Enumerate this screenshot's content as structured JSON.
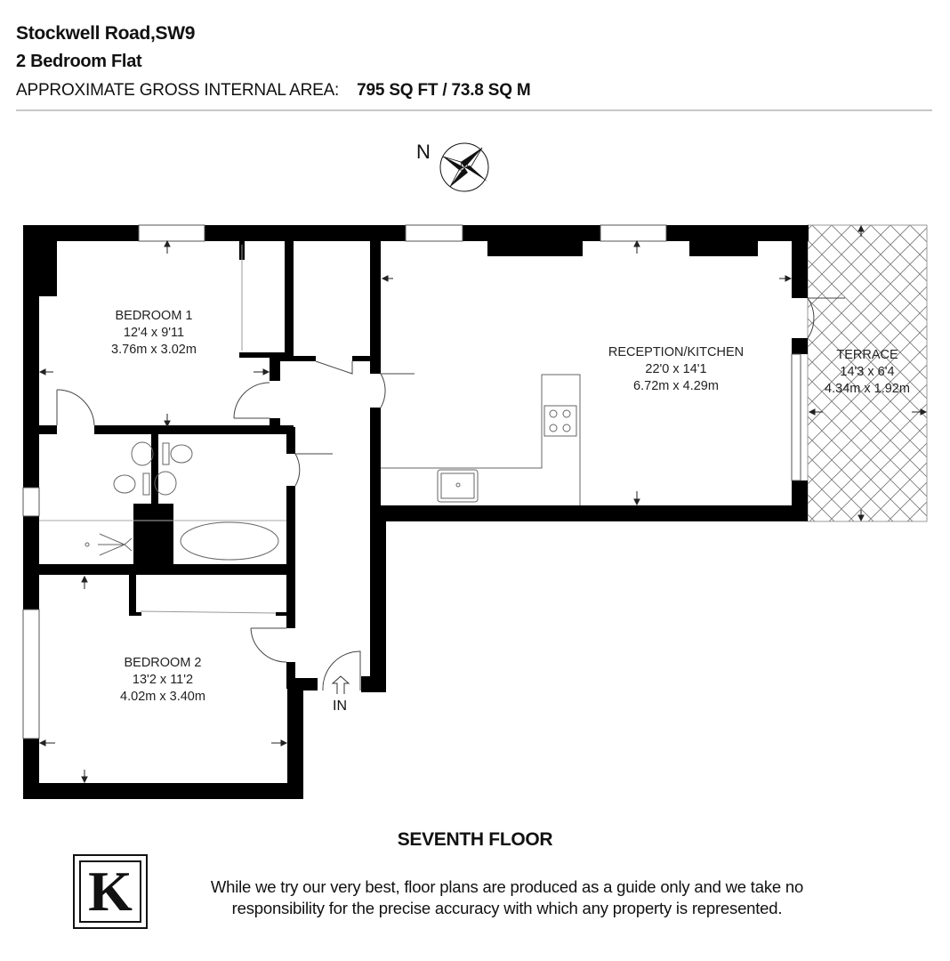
{
  "header": {
    "title": "Stockwell Road,SW9",
    "subtitle": "2 Bedroom Flat",
    "area_label": "APPROXIMATE GROSS INTERNAL AREA:",
    "area_value": "795 SQ FT / 73.8 SQ M"
  },
  "compass": {
    "label": "N",
    "icon": "compass-rose-icon"
  },
  "rooms": {
    "bedroom1": {
      "name": "BEDROOM 1",
      "imperial": "12'4 x 9'11",
      "metric": "3.76m x 3.02m"
    },
    "reception": {
      "name": "RECEPTION/KITCHEN",
      "imperial": "22'0 x 14'1",
      "metric": "6.72m x 4.29m"
    },
    "terrace": {
      "name": "TERRACE",
      "imperial": "14'3 x 6'4",
      "metric": "4.34m x 1.92m"
    },
    "bedroom2": {
      "name": "BEDROOM 2",
      "imperial": "13'2 x 11'2",
      "metric": "4.02m x 3.40m"
    }
  },
  "entrance": {
    "label": "IN"
  },
  "floor_label": "SEVENTH FLOOR",
  "footer": {
    "logo_letter": "K",
    "disclaimer_line1": "While we try our very best, floor plans are produced as a guide only and we take no",
    "disclaimer_line2": "responsibility for the precise accuracy with which any property is represented."
  },
  "colors": {
    "wall": "#000000",
    "rule": "#c8c8c8",
    "text": "#111111"
  }
}
